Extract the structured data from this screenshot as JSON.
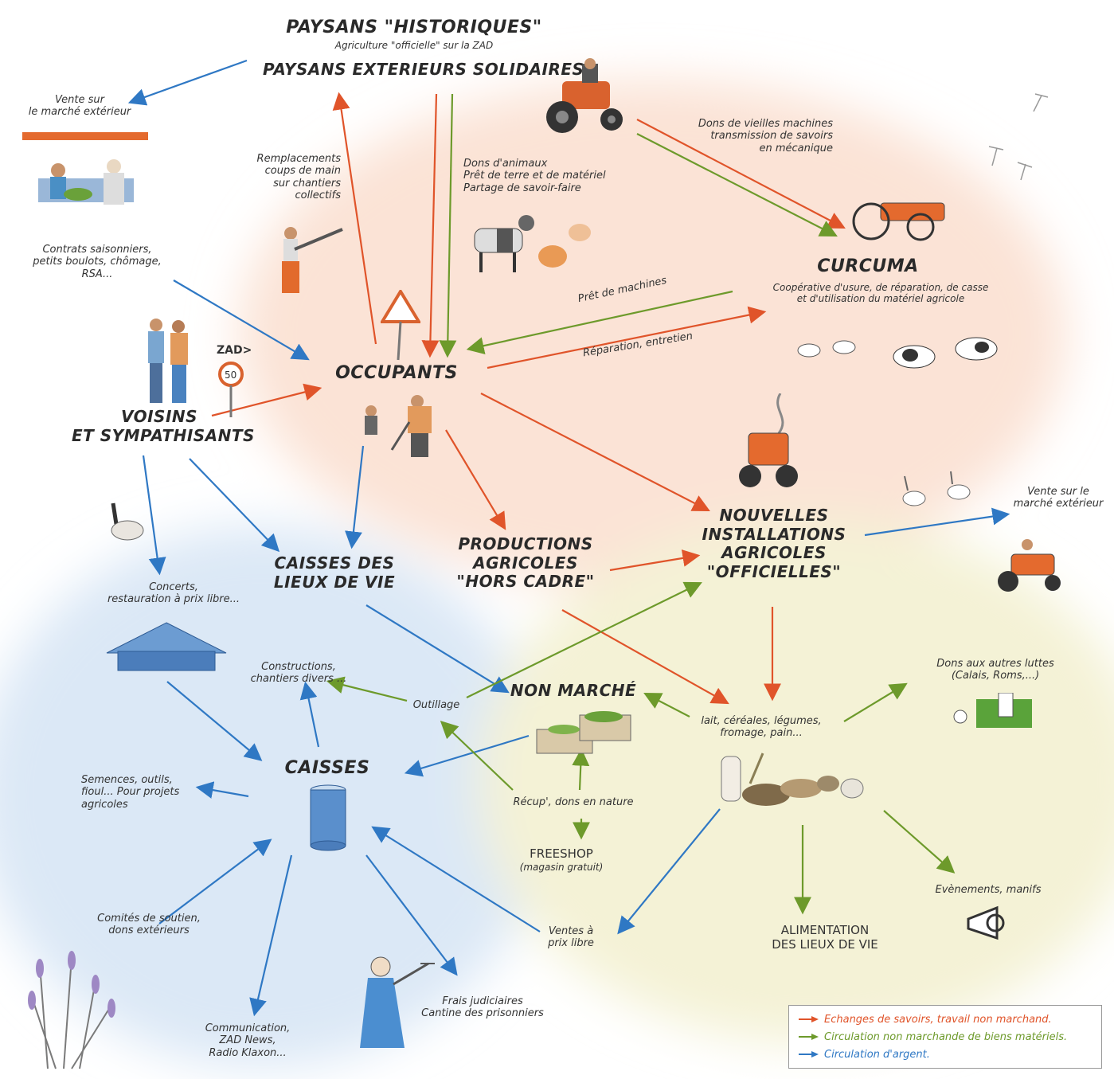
{
  "colors": {
    "orange": "#e0542a",
    "green": "#6d9a2b",
    "blue": "#2f78c4",
    "wash_orange": "#fbe3d6",
    "wash_blue": "#dbe8f6",
    "wash_yellow": "#f4f2d6"
  },
  "legend": {
    "orange": "Echanges de savoirs, travail non marchand.",
    "green": "Circulation non marchande de biens matériels.",
    "blue": "Circulation d'argent."
  },
  "nodes": {
    "paysans_hist": "PAYSANS \"HISTORIQUES\"",
    "paysans_hist_sub": "Agriculture \"officielle\" sur la ZAD",
    "paysans_ext": "PAYSANS EXTERIEURS SOLIDAIRES",
    "curcuma": "CURCUMA",
    "curcuma_sub1": "Coopérative d'usure, de réparation, de casse",
    "curcuma_sub2": "et d'utilisation du matériel agricole",
    "occupants": "OCCUPANTS",
    "voisins_1": "VOISINS",
    "voisins_2": "ET SYMPATHISANTS",
    "nouvelles_1": "NOUVELLES",
    "nouvelles_2": "INSTALLATIONS",
    "nouvelles_3": "AGRICOLES",
    "nouvelles_4": "\"OFFICIELLES\"",
    "productions_1": "PRODUCTIONS",
    "productions_2": "AGRICOLES",
    "productions_3": "\"HORS CADRE\"",
    "caisses_lieux_1": "CAISSES DES",
    "caisses_lieux_2": "LIEUX DE VIE",
    "non_marche": "NON MARCHÉ",
    "caisses": "CAISSES",
    "alimentation_1": "ALIMENTATION",
    "alimentation_2": "DES LIEUX DE VIE",
    "freeshop_1": "FREESHOP",
    "freeshop_2": "(magasin gratuit)",
    "zad_sign": "ZAD>",
    "speed_sign": "50"
  },
  "labels": {
    "vente_ext_1": "Vente sur",
    "vente_ext_2": "le marché extérieur",
    "remplacements_1": "Remplacements",
    "remplacements_2": "coups de main",
    "remplacements_3": "sur chantiers",
    "remplacements_4": "collectifs",
    "dons_animaux_1": "Dons d'animaux",
    "dons_animaux_2": "Prêt de terre et de matériel",
    "dons_animaux_3": "Partage de savoir-faire",
    "dons_machines_1": "Dons de vieilles machines",
    "dons_machines_2": "transmission de savoirs",
    "dons_machines_3": "en mécanique",
    "contrats_1": "Contrats saisonniers,",
    "contrats_2": "petits boulots, chômage,",
    "contrats_3": "RSA...",
    "pret_machines": "Prêt de machines",
    "reparation": "Réparation, entretien",
    "vente_ext_right_1": "Vente sur le",
    "vente_ext_right_2": "marché extérieur",
    "concerts_1": "Concerts,",
    "concerts_2": "restauration à prix libre...",
    "constructions_1": "Constructions,",
    "constructions_2": "chantiers divers ...",
    "outillage": "Outillage",
    "lait_1": "lait, céréales, légumes,",
    "lait_2": "fromage, pain...",
    "dons_luttes_1": "Dons aux autres luttes",
    "dons_luttes_2": "(Calais, Roms,...)",
    "semences_1": "Semences, outils,",
    "semences_2": "fioul... Pour projets",
    "semences_3": "agricoles",
    "recup": "Récup', dons en nature",
    "evenements": "Evènements, manifs",
    "comites_1": "Comités de soutien,",
    "comites_2": "dons extérieurs",
    "ventes_prix_1": "Ventes à",
    "ventes_prix_2": "prix libre",
    "frais_1": "Frais judiciaires",
    "frais_2": "Cantine des prisonniers",
    "communication_1": "Communication,",
    "communication_2": "ZAD News,",
    "communication_3": "Radio Klaxon..."
  }
}
